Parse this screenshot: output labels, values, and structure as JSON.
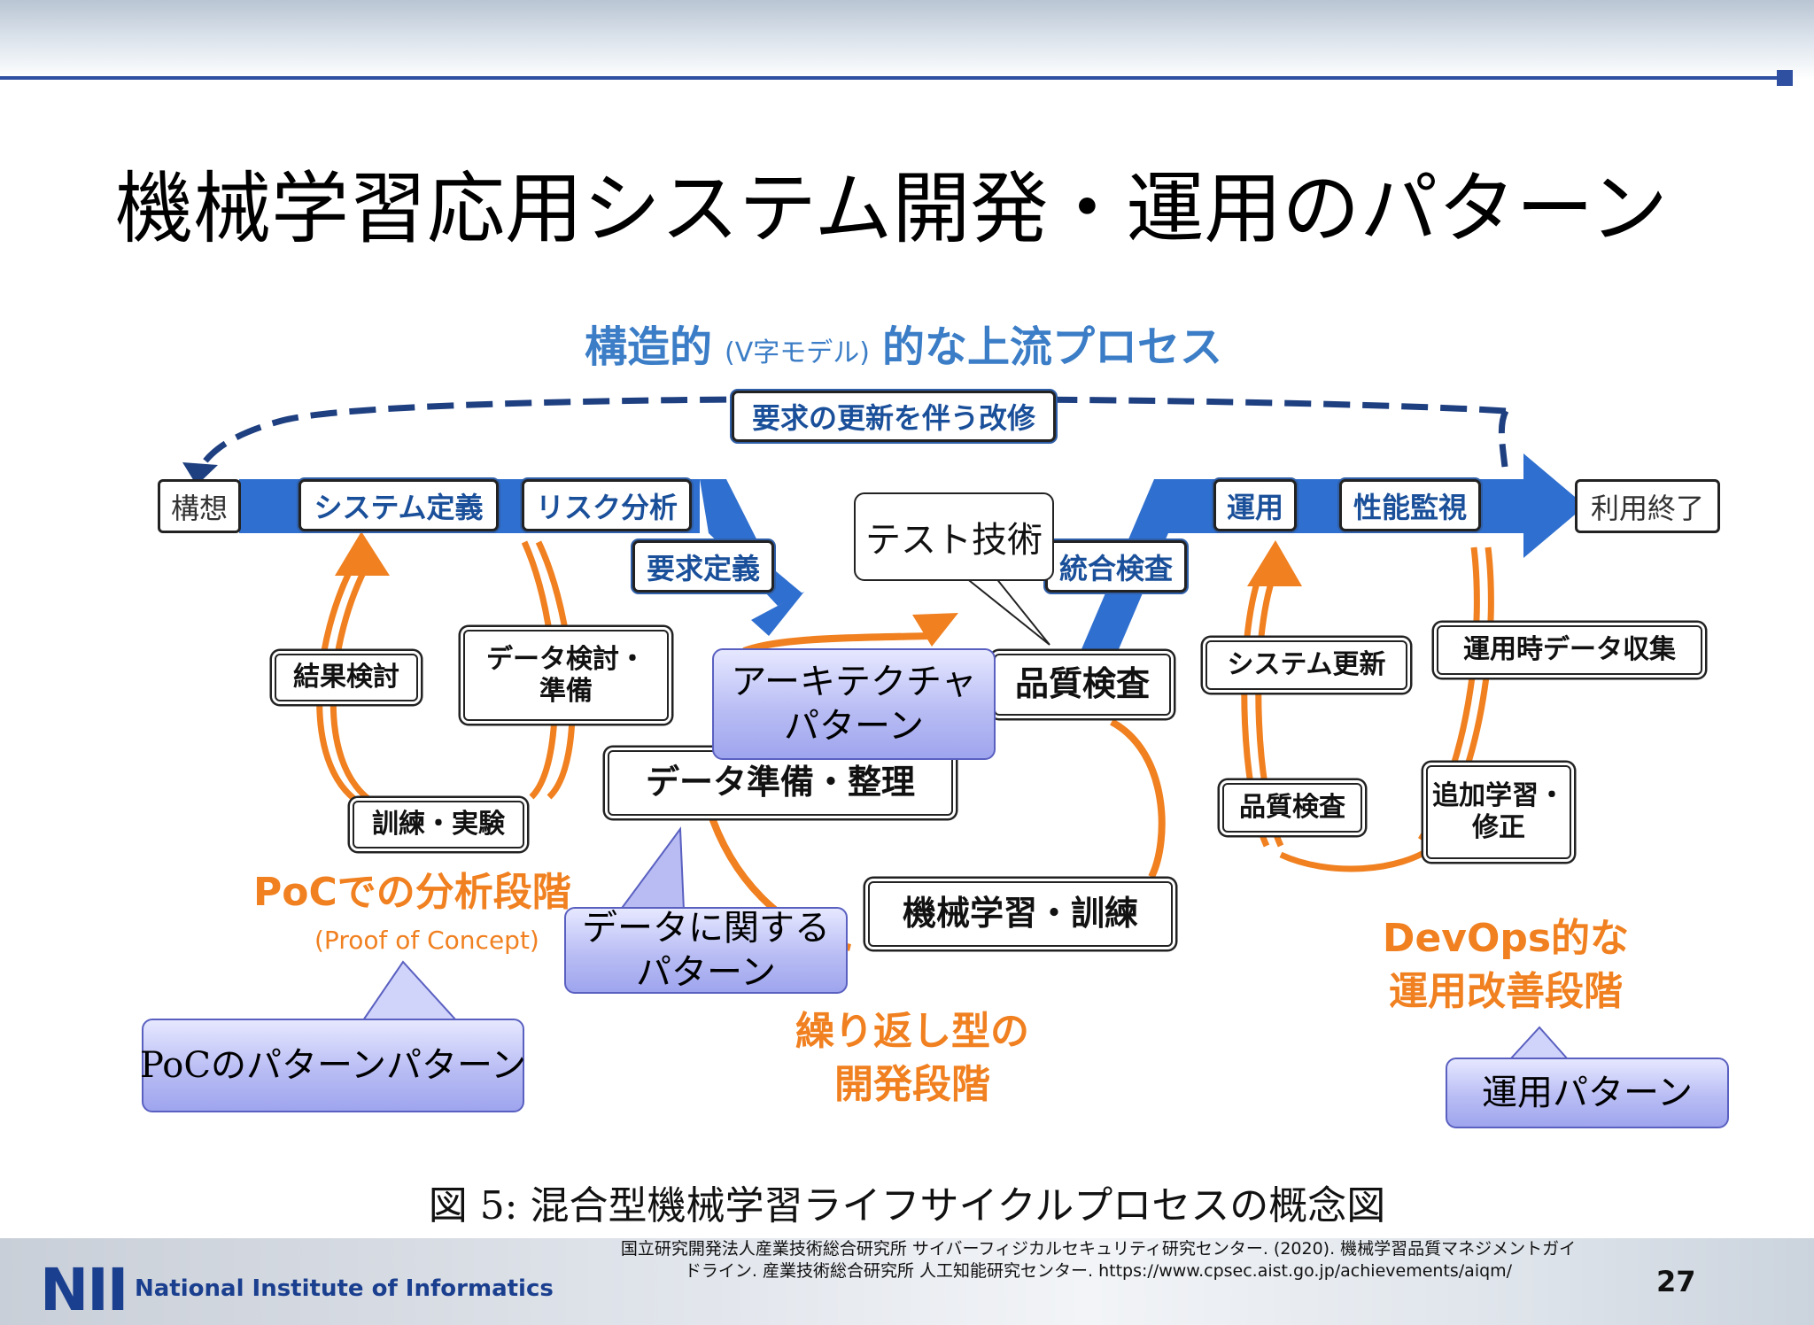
{
  "slide": {
    "title": "機械学習応用システム開発・運用のパターン",
    "page_number": "27"
  },
  "diagram": {
    "upstream_heading": "構造的",
    "upstream_heading_small": "(V字モデル)",
    "upstream_heading_rest": "的な上流プロセス",
    "feedback_label": "要求の更新を伴う改修",
    "start_box": "構想",
    "end_box": "利用終了",
    "steps": {
      "system_definition": "システム定義",
      "risk_analysis": "リスク分析",
      "requirements_definition": "要求定義",
      "integration_test": "統合検査",
      "operation": "運用",
      "performance_monitoring": "性能監視"
    },
    "poc": {
      "result_review": "結果検討",
      "data_review_line1": "データ検討・",
      "data_review_line2": "準備",
      "training_experiment": "訓練・実験",
      "stage_label": "PoCでの分析段階",
      "stage_sub": "(Proof of Concept)"
    },
    "iterative": {
      "quality_inspection": "品質検査",
      "data_prep": "データ準備・整理",
      "ml_training": "機械学習・訓練",
      "stage_label_line1": "繰り返し型の",
      "stage_label_line2": "開発段階"
    },
    "devops": {
      "system_update": "システム更新",
      "operational_data_collection": "運用時データ収集",
      "quality_inspection": "品質検査",
      "additional_learning_line1": "追加学習・",
      "additional_learning_line2": "修正",
      "stage_label_line1": "DevOps的な",
      "stage_label_line2": "運用改善段階"
    }
  },
  "callouts": {
    "test_technique": "テスト技術",
    "architecture_line1": "アーキテクチャ",
    "architecture_line2": "パターン",
    "data_line1": "データに関する",
    "data_line2": "パターン",
    "poc_patterns": "PoCのパターンパターン",
    "operation_patterns": "運用パターン"
  },
  "caption": "図 5: 混合型機械学習ライフサイクルプロセスの概念図",
  "footer": {
    "logo": "NII",
    "org_name": "National Institute of Informatics",
    "reference_line1": "国立研究開発法人産業技術総合研究所 サイバーフィジカルセキュリティ研究センター. (2020). 機械学習品質マネジメントガイ",
    "reference_line2": "ドライン. 産業技術総合研究所 人工知能研究センター. https://www.cpsec.aist.go.jp/achievements/aiqm/"
  },
  "colors": {
    "process_blue": "#2f6fcf",
    "heading_blue": "#3b7dc6",
    "loop_orange": "#f08020",
    "callout_purple": "#b9bdf4",
    "brand_navy": "#1b3f8f"
  }
}
